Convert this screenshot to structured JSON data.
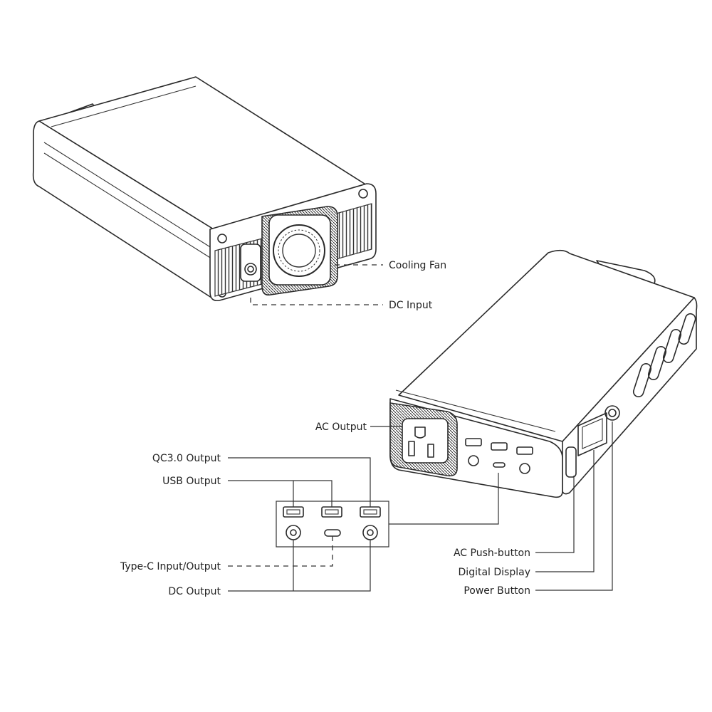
{
  "labels": {
    "cooling_fan": "Cooling Fan",
    "dc_input": "DC Input",
    "ac_output": "AC Output",
    "qc30_output": "QC3.0 Output",
    "usb_output": "USB Output",
    "type_c": "Type-C Input/Output",
    "dc_output": "DC Output",
    "ac_push_button": "AC Push-button",
    "digital_display": "Digital Display",
    "power_button": "Power Button"
  }
}
